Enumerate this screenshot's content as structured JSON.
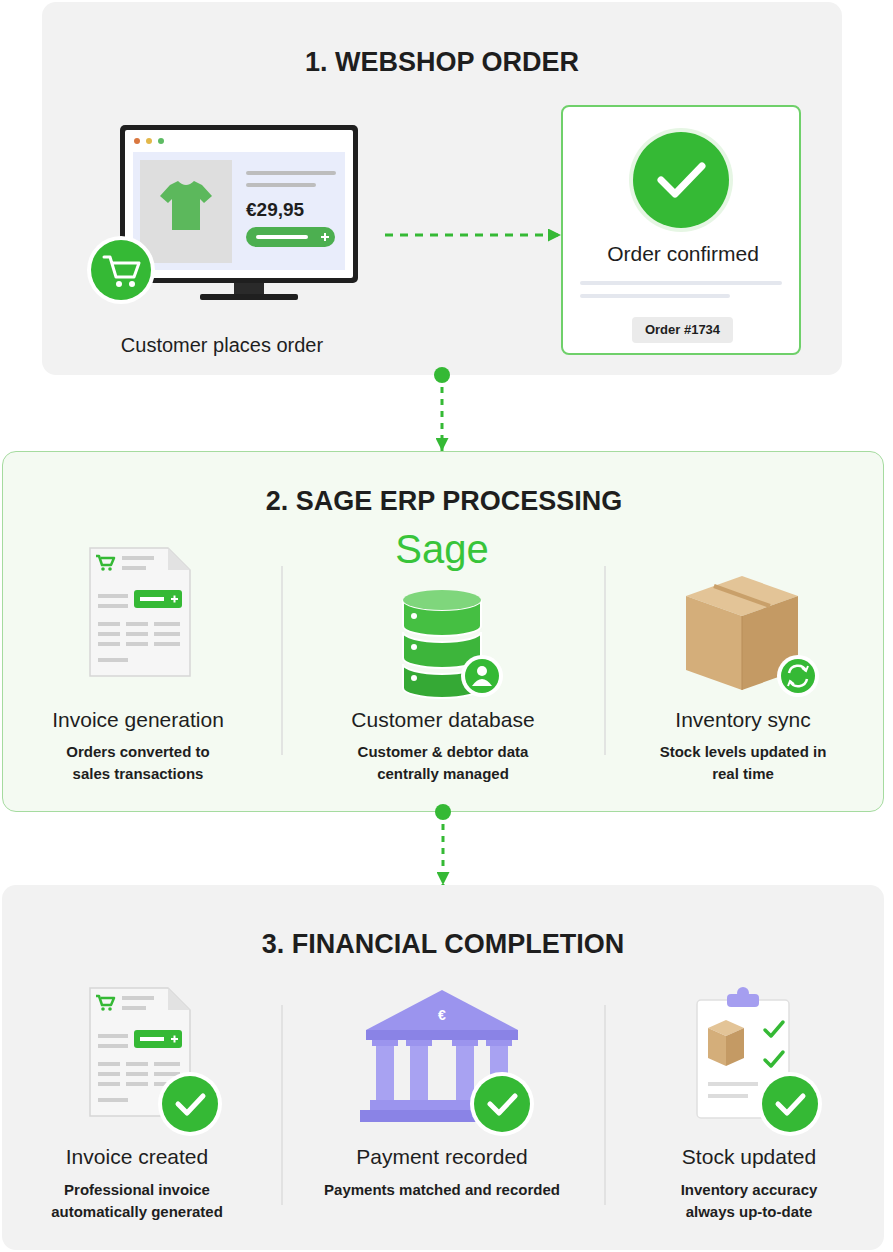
{
  "diagram": {
    "nodes": [
      {
        "text": [
          "1. WEBSHOP ORDER"
        ]
      },
      {
        "text": [
          "€29,95",
          "Customer places order"
        ],
        "in": 0
      },
      {
        "text": [
          "Order confirmed",
          "Order #1734"
        ],
        "in": 0
      },
      {
        "text": [
          "2. SAGE ERP PROCESSING"
        ]
      },
      {
        "text": [
          "Invoice generation",
          "Orders converted to sales transactions"
        ],
        "in": 3
      },
      {
        "text": [
          "Customer database",
          "Customer & debtor data centrally managed"
        ],
        "in": 3
      },
      {
        "text": [
          "Inventory sync",
          "Stock levels updated in real time"
        ],
        "in": 3
      },
      {
        "text": [
          "3. FINANCIAL COMPLETION"
        ]
      },
      {
        "text": [
          "Invoice created",
          "Professional invoice automatically generated"
        ],
        "in": 7
      },
      {
        "text": [
          "Payment recorded",
          "Payments matched and recorded"
        ],
        "in": 7
      },
      {
        "text": [
          "Stock updated",
          "Inventory accuracy always up-to-date"
        ],
        "in": 7
      }
    ],
    "edges": [
      {
        "from": 1,
        "to": 2,
        "arrow": "to"
      },
      {
        "from": 0,
        "to": 3,
        "arrow": "to"
      },
      {
        "from": 3,
        "to": 7,
        "arrow": "to"
      }
    ],
    "labels": [
      "Sage",
      "€"
    ]
  }
}
